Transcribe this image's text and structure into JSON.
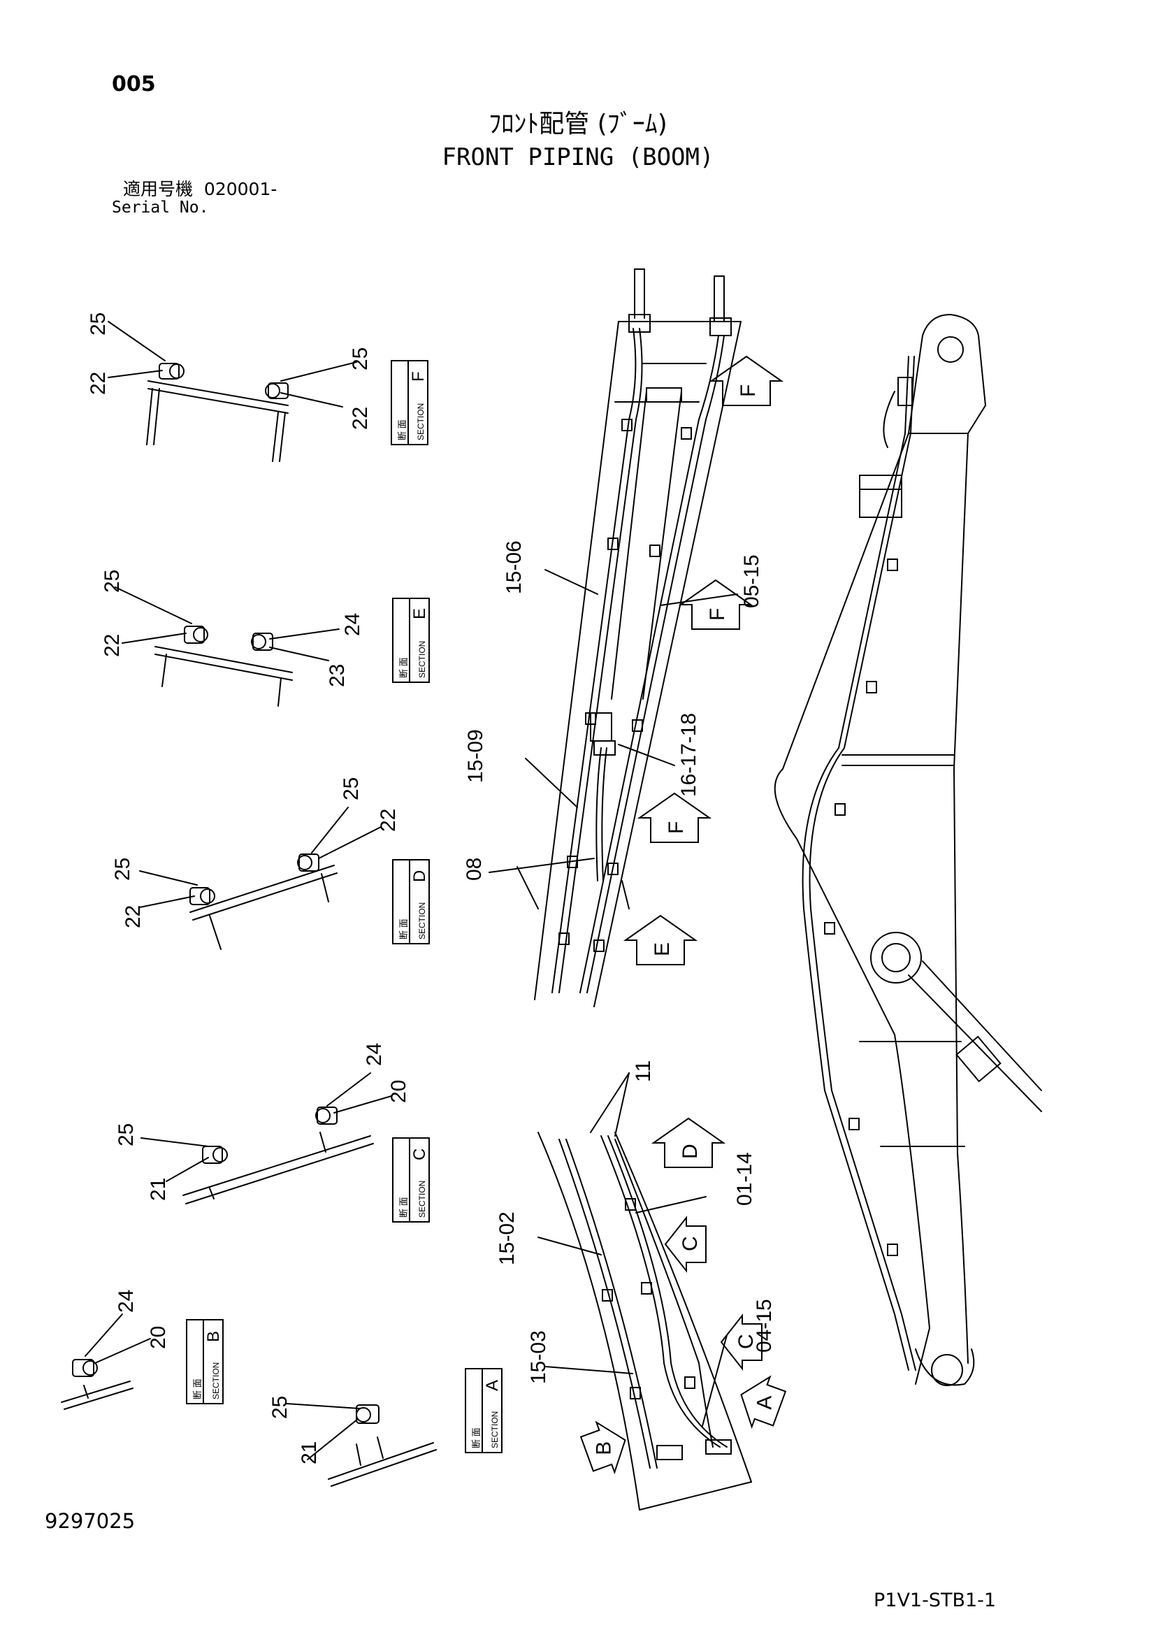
{
  "header": {
    "page_number": "005",
    "title_jp": "ﾌﾛﾝﾄ配管 (ﾌﾞｰﾑ)",
    "title_en": "FRONT PIPING (BOOM)",
    "serial_label_jp": "適用号機",
    "serial_value": "020001-",
    "serial_label_en": "Serial No."
  },
  "footer": {
    "drawing_number": "9297025",
    "page_code": "P1V1-STB1-1"
  },
  "section_boxes": [
    {
      "letter": "F",
      "word": "SECTION",
      "jp": "断 面"
    },
    {
      "letter": "E",
      "word": "SECTION",
      "jp": "断 面"
    },
    {
      "letter": "D",
      "word": "SECTION",
      "jp": "断 面"
    },
    {
      "letter": "C",
      "word": "SECTION",
      "jp": "断 面"
    },
    {
      "letter": "B",
      "word": "SECTION",
      "jp": "断 面"
    },
    {
      "letter": "A",
      "word": "SECTION",
      "jp": "断 面"
    }
  ],
  "section_labels": {
    "F": [
      "25",
      "22",
      "25",
      "22"
    ],
    "E": [
      "25",
      "22",
      "24",
      "23"
    ],
    "D": [
      "25",
      "22",
      "25",
      "22"
    ],
    "C": [
      "24",
      "20",
      "25",
      "21"
    ],
    "B": [
      "24",
      "20"
    ],
    "A": [
      "25",
      "21"
    ]
  },
  "part_labels": [
    "15-06",
    "05-15",
    "15-09",
    "16-17-18",
    "08",
    "11",
    "01-14",
    "15-02",
    "04-15",
    "15-03"
  ],
  "view_arrows": [
    "F",
    "F",
    "F",
    "E",
    "D",
    "C",
    "C",
    "A",
    "B"
  ]
}
